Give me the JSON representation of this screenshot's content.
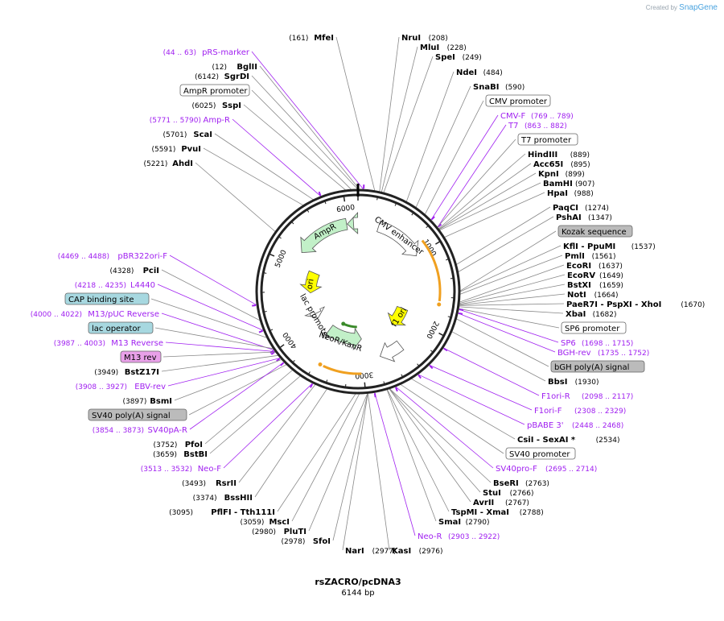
{
  "credit": {
    "prefix": "Created by",
    "brand": "SnapGene"
  },
  "map": {
    "name": "rsZACRO/pcDNA3",
    "length_label": "6144 bp",
    "total_bp": 6144,
    "tick_labels": [
      "1000",
      "2000",
      "3000",
      "4000",
      "5000",
      "6000"
    ]
  },
  "colors": {
    "primer": "#a020f0",
    "feature_box_fill": "#ffffff",
    "grey_box_fill": "#bbbbbb",
    "teal_box_fill": "#a7d8e0",
    "pink_box_fill": "#e8a0e8",
    "arrow_green": "#c2f0c8",
    "arrow_yellow": "#ffff00",
    "arrow_white": "#ffffff",
    "orange": "#f0a020"
  },
  "annotations": [
    {
      "text": "MfeI",
      "num": "161",
      "kind": "site",
      "bp": 161
    },
    {
      "text": "pRS-marker",
      "num": "44 .. 63",
      "kind": "primer",
      "bp": 54
    },
    {
      "text": "BglII",
      "num": "12",
      "kind": "site",
      "bp": 12
    },
    {
      "text": "SgrDI",
      "num": "6142",
      "kind": "site",
      "bp": 6142
    },
    {
      "text": "AmpR promoter",
      "kind": "box",
      "box": "white",
      "bp": 6080
    },
    {
      "text": "SspI",
      "num": "6025",
      "kind": "site",
      "bp": 6025
    },
    {
      "text": "Amp-R",
      "num": "5771 .. 5790",
      "kind": "primer",
      "bp": 5780
    },
    {
      "text": "ScaI",
      "num": "5701",
      "kind": "site",
      "bp": 5701
    },
    {
      "text": "PvuI",
      "num": "5591",
      "kind": "site",
      "bp": 5591
    },
    {
      "text": "AhdI",
      "num": "5221",
      "kind": "site",
      "bp": 5221
    },
    {
      "text": "pBR322ori-F",
      "num": "4469 .. 4488",
      "kind": "primer",
      "bp": 4478
    },
    {
      "text": "PciI",
      "num": "4328",
      "kind": "site",
      "bp": 4328
    },
    {
      "text": "L4440",
      "num": "4218 .. 4235",
      "kind": "primer",
      "bp": 4226
    },
    {
      "text": "CAP binding site",
      "kind": "box",
      "box": "teal",
      "bp": 4150
    },
    {
      "text": "M13/pUC Reverse",
      "num": "4000 .. 4022",
      "kind": "primer",
      "bp": 4011
    },
    {
      "text": "lac operator",
      "kind": "box",
      "box": "teal",
      "bp": 4030
    },
    {
      "text": "M13 Reverse",
      "num": "3987 .. 4003",
      "kind": "primer",
      "bp": 3995
    },
    {
      "text": "M13 rev",
      "kind": "box",
      "box": "pink",
      "bp": 3990
    },
    {
      "text": "BstZ17I",
      "num": "3949",
      "kind": "site",
      "bp": 3949
    },
    {
      "text": "EBV-rev",
      "num": "3908 .. 3927",
      "kind": "primer",
      "bp": 3917
    },
    {
      "text": "BsmI",
      "num": "3897",
      "kind": "site",
      "bp": 3897
    },
    {
      "text": "SV40 poly(A) signal",
      "kind": "box",
      "box": "grey",
      "bp": 3830
    },
    {
      "text": "SV40pA-R",
      "num": "3854 .. 3873",
      "kind": "primer",
      "bp": 3863
    },
    {
      "text": "PfoI",
      "num": "3752",
      "kind": "site",
      "bp": 3752
    },
    {
      "text": "BstBI",
      "num": "3659",
      "kind": "site",
      "bp": 3659
    },
    {
      "text": "Neo-F",
      "num": "3513 .. 3532",
      "kind": "primer",
      "bp": 3522
    },
    {
      "text": "RsrII",
      "num": "3493",
      "kind": "site",
      "bp": 3493
    },
    {
      "text": "BssHII",
      "num": "3374",
      "kind": "site",
      "bp": 3374
    },
    {
      "text": "PflFI - Tth111I",
      "num": "3095",
      "kind": "site",
      "bp": 3095
    },
    {
      "text": "MscI",
      "num": "3059",
      "kind": "site",
      "bp": 3059
    },
    {
      "text": "PluTI",
      "num": "2980",
      "kind": "site",
      "bp": 2980
    },
    {
      "text": "SfoI",
      "num": "2978",
      "kind": "site",
      "bp": 2978
    },
    {
      "text": "NarI",
      "num": "2977",
      "kind": "site",
      "bp": 2977
    },
    {
      "text": "NruI",
      "num": "208",
      "kind": "site",
      "bp": 208
    },
    {
      "text": "MluI",
      "num": "228",
      "kind": "site",
      "bp": 228
    },
    {
      "text": "SpeI",
      "num": "249",
      "kind": "site",
      "bp": 249
    },
    {
      "text": "NdeI",
      "num": "484",
      "kind": "site",
      "bp": 484
    },
    {
      "text": "SnaBI",
      "num": "590",
      "kind": "site",
      "bp": 590
    },
    {
      "text": "CMV promoter",
      "kind": "box",
      "box": "white",
      "bp": 700
    },
    {
      "text": "CMV-F",
      "num": "769 .. 789",
      "kind": "primer",
      "bp": 779
    },
    {
      "text": "T7",
      "num": "863 .. 882",
      "kind": "primer",
      "bp": 872
    },
    {
      "text": "T7 promoter",
      "kind": "box",
      "box": "white",
      "bp": 870
    },
    {
      "text": "HindIII",
      "num": "889",
      "kind": "site",
      "bp": 889
    },
    {
      "text": "Acc65I",
      "num": "895",
      "kind": "site",
      "bp": 895
    },
    {
      "text": "KpnI",
      "num": "899",
      "kind": "site",
      "bp": 899
    },
    {
      "text": "BamHI",
      "num": "907",
      "kind": "site",
      "bp": 907
    },
    {
      "text": "HpaI",
      "num": "988",
      "kind": "site",
      "bp": 988
    },
    {
      "text": "PaqCI",
      "num": "1274",
      "kind": "site",
      "bp": 1274
    },
    {
      "text": "PshAI",
      "num": "1347",
      "kind": "site",
      "bp": 1347
    },
    {
      "text": "Kozak sequence",
      "kind": "box",
      "box": "grey",
      "bp": 1530
    },
    {
      "text": "KflI - PpuMI",
      "num": "1537",
      "kind": "site",
      "bp": 1537
    },
    {
      "text": "PmlI",
      "num": "1561",
      "kind": "site",
      "bp": 1561
    },
    {
      "text": "EcoRI",
      "num": "1637",
      "kind": "site",
      "bp": 1637
    },
    {
      "text": "EcoRV",
      "num": "1649",
      "kind": "site",
      "bp": 1649
    },
    {
      "text": "BstXI",
      "num": "1659",
      "kind": "site",
      "bp": 1659
    },
    {
      "text": "NotI",
      "num": "1664",
      "kind": "site",
      "bp": 1664
    },
    {
      "text": "PaeR7I - PspXI - XhoI",
      "num": "1670",
      "kind": "site",
      "bp": 1670
    },
    {
      "text": "XbaI",
      "num": "1682",
      "kind": "site",
      "bp": 1682
    },
    {
      "text": "SP6 promoter",
      "kind": "box",
      "box": "white",
      "bp": 1700
    },
    {
      "text": "SP6",
      "num": "1698 .. 1715",
      "kind": "primer",
      "bp": 1706
    },
    {
      "text": "BGH-rev",
      "num": "1735 .. 1752",
      "kind": "primer",
      "bp": 1743
    },
    {
      "text": "bGH poly(A) signal",
      "kind": "box",
      "box": "grey",
      "bp": 1800
    },
    {
      "text": "BbsI",
      "num": "1930",
      "kind": "site",
      "bp": 1930
    },
    {
      "text": "F1ori-R",
      "num": "2098 .. 2117",
      "kind": "primer",
      "bp": 2107
    },
    {
      "text": "F1ori-F",
      "num": "2308 .. 2329",
      "kind": "primer",
      "bp": 2318
    },
    {
      "text": "pBABE 3'",
      "num": "2448 .. 2468",
      "kind": "primer",
      "bp": 2458
    },
    {
      "text": "CsiI - SexAI *",
      "num": "2534",
      "kind": "site",
      "bp": 2534
    },
    {
      "text": "SV40 promoter",
      "kind": "box",
      "box": "white",
      "bp": 2650
    },
    {
      "text": "SV40pro-F",
      "num": "2695 .. 2714",
      "kind": "primer",
      "bp": 2704
    },
    {
      "text": "BseRI",
      "num": "2763",
      "kind": "site",
      "bp": 2763
    },
    {
      "text": "StuI",
      "num": "2766",
      "kind": "site",
      "bp": 2766
    },
    {
      "text": "AvrII",
      "num": "2767",
      "kind": "site",
      "bp": 2767
    },
    {
      "text": "TspMI - XmaI",
      "num": "2788",
      "kind": "site",
      "bp": 2788
    },
    {
      "text": "SmaI",
      "num": "2790",
      "kind": "site",
      "bp": 2790
    },
    {
      "text": "Neo-R",
      "num": "2903 .. 2922",
      "kind": "primer",
      "bp": 2912
    },
    {
      "text": "KasI",
      "num": "2976",
      "kind": "site",
      "bp": 2976
    }
  ],
  "features": [
    {
      "name": "AmpR",
      "bp_start": 5980,
      "bp_end": 5200,
      "color": "arrow_green"
    },
    {
      "name": "AmpR promoter",
      "bp_start": 6080,
      "bp_end": 5990,
      "color": "arrow_green"
    },
    {
      "name": "CMV enhancer",
      "bp_start": 300,
      "bp_end": 1000,
      "color": "arrow_white"
    },
    {
      "name": "ori",
      "bp_start": 5000,
      "bp_end": 4580,
      "color": "arrow_yellow"
    },
    {
      "name": "f1 ori",
      "bp_start": 1890,
      "bp_end": 2290,
      "color": "arrow_yellow"
    },
    {
      "name": "NeoR/KanR",
      "bp_start": 3700,
      "bp_end": 3000,
      "color": "arrow_green"
    },
    {
      "name": "lac promoter",
      "bp_start": 4140,
      "bp_end": 4040,
      "color": "arrow_white"
    },
    {
      "name": "SV40 promoter",
      "bp_start": 2420,
      "bp_end": 2750,
      "color": "arrow_white"
    }
  ],
  "feature_labels": [
    "AmpR",
    "CMV enhancer",
    "ori",
    "f1 ori",
    "NeoR/KanR",
    "lac promoter"
  ],
  "orange_arcs": [
    {
      "name": "CMV orange",
      "bp_start": 880,
      "bp_end": 1650
    },
    {
      "name": "NeoR orange",
      "bp_start": 3030,
      "bp_end": 3500
    },
    {
      "name": "NeoR green",
      "bp_start": 3100,
      "bp_end": 3450
    }
  ]
}
